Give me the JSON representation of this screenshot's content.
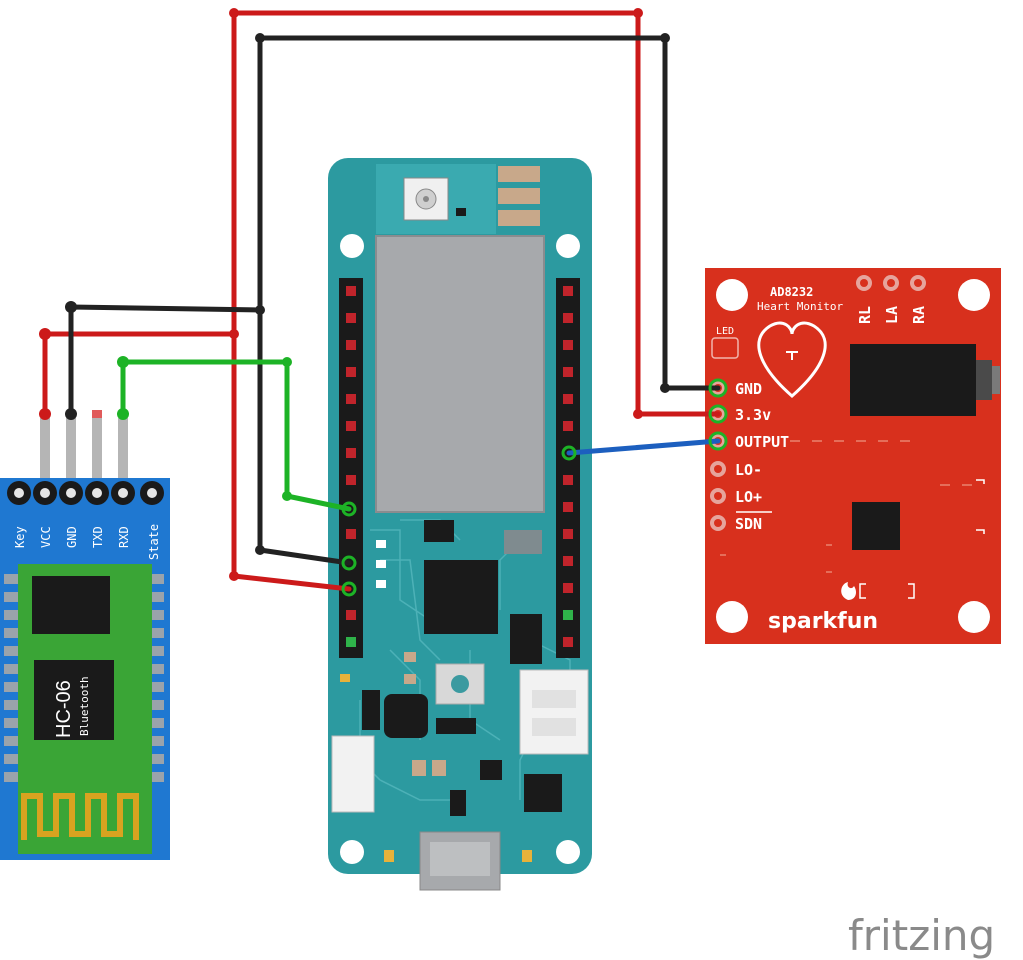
{
  "bluetooth": {
    "name": "HC-06",
    "subtitle": "Bluetooth",
    "pins": [
      "Key",
      "VCC",
      "GND",
      "TXD",
      "RXD",
      "State"
    ]
  },
  "sensor": {
    "title": "AD8232",
    "subtitle": "Heart Monitor",
    "led_label": "LED",
    "electrodes": [
      "RL",
      "LA",
      "RA"
    ],
    "pins": [
      "GND",
      "3.3v",
      "OUTPUT",
      "LO-",
      "LO+",
      "SDN"
    ],
    "brand": "sparkfun"
  },
  "watermark": "fritzing",
  "colors": {
    "power": "#cc1a1a",
    "ground": "#222222",
    "signal_green": "#1db326",
    "signal_blue": "#1c5fbf",
    "mcu_board": "#2c9aa0",
    "hc06_board": "#1c73c9",
    "sparkfun_board": "#d8301d"
  }
}
